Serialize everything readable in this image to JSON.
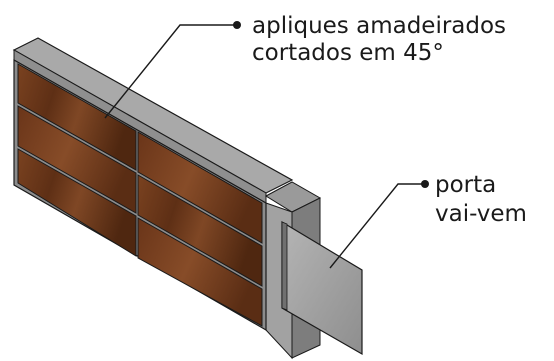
{
  "callouts": {
    "panels": {
      "line1": "apliques amadeirados",
      "line2": "cortados em 45°"
    },
    "door": {
      "line1": "porta",
      "line2": "vai-vem"
    }
  },
  "colors": {
    "wood": "#6e3a1e",
    "wood_dark": "#4a2410",
    "frame_top": "#a8a8a8",
    "frame_side": "#8a8a8a",
    "door": "#9c9c9c",
    "outline": "#1a1a1a"
  }
}
